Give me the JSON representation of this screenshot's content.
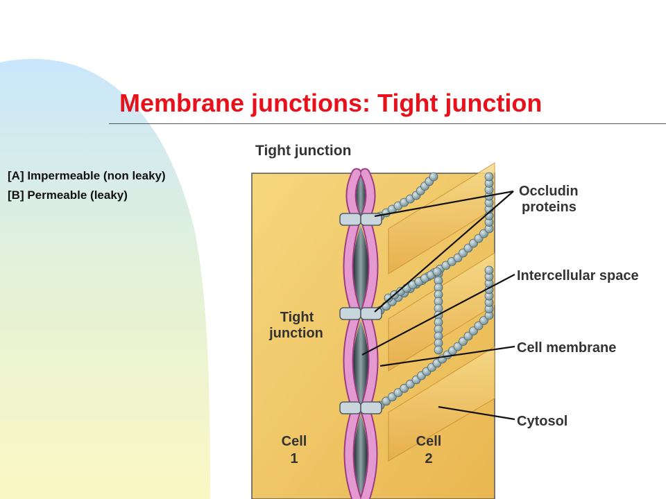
{
  "slide": {
    "title": "Membrane junctions: Tight junction"
  },
  "notes": [
    "[A] Impermeable (non leaky)",
    "[B] Permeable (leaky)"
  ],
  "figure": {
    "heading": "Tight junction",
    "labels": {
      "occludin_line1": "Occludin",
      "occludin_line2": "proteins",
      "intercellular_space": "Intercellular space",
      "cell_membrane": "Cell membrane",
      "cytosol": "Cytosol",
      "tight_junction_line1": "Tight",
      "tight_junction_line2": "junction",
      "cell1_line1": "Cell",
      "cell1_line2": "1",
      "cell2_line1": "Cell",
      "cell2_line2": "2"
    },
    "colors": {
      "title": "#e8101a",
      "cytosol": "#f2c865",
      "membrane": "#e49ad0",
      "membrane_outline": "#9b3c83",
      "space": "#2f4448",
      "protein": "#9ab2b8"
    }
  }
}
